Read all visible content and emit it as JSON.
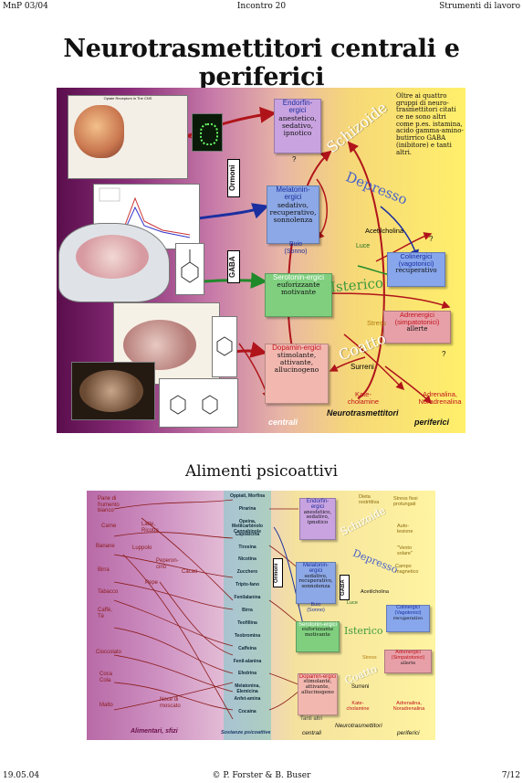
{
  "header": {
    "left": "MnP 03/04",
    "center": "Incontro 20",
    "right": "Strumenti di lavoro"
  },
  "title": "Neurotrasmettitori centrali e periferici",
  "fig1": {
    "note": "Oltre ai quattro gruppi di neuro-trasmettitori citati ce ne sono altri come p.es. istamina, acido gamma-amino-butirrico GABA (inibitore) e tanti altri.",
    "photo_caption": "Opiate Receptors in The CNS",
    "ormoni": "Ormoni",
    "gaba": "GABA",
    "boxes": {
      "endo": {
        "head": "Endorfin-ergici",
        "sub": "anestetico, sedativo, ipnotico"
      },
      "mela": {
        "head": "Melatonin-ergici",
        "sub": "sedativo, recuperativo, sonnolenza"
      },
      "sero": {
        "head": "Serotonin-ergici",
        "sub": "euforizzante motivante"
      },
      "dopa": {
        "head": "Dopamin-ergici",
        "sub": "stimolante, attivante, allucinogeno"
      },
      "coli": {
        "head": "Colinergici (vagotonici)",
        "sub": "recuperativo"
      },
      "adre": {
        "head": "Adrenergici (simpatotonici)",
        "sub": "allerte"
      }
    },
    "labels": {
      "buio": "Buio (Sonno)",
      "luce": "Luce",
      "acetil": "Acetilcholina",
      "stress": "Stress",
      "surreni": "Surreni",
      "kate": "Kate-cholamine",
      "adrenalina": "Adrenalina, Noradrenalina",
      "schizoide": "Schizoide",
      "depresso": "Depresso",
      "isterico": "Isterico",
      "coatto": "Coatto",
      "q": "?",
      "centrali": "centrali",
      "neuro": "Neurotrasmettitori",
      "periferici": "periferici"
    }
  },
  "subtitle": "Alimenti psicoattivi",
  "fig2": {
    "foods": [
      "Pane di frumento bianco",
      "Carne",
      "Latte, Ricotta",
      "Banane",
      "Luppolo",
      "Peperon-cino",
      "Birra",
      "Pepe",
      "Cacao",
      "Tabacco",
      "Caffè, Tè",
      "Cioccolato",
      "Coca Cola",
      "Malto",
      "Noce di moscato"
    ],
    "substances": [
      "Oppiati, Morfina",
      "Pirarina",
      "Opeina, Metilcarbinolo Cannabinole",
      "Capsaicina",
      "Tirosina",
      "Nicotina",
      "Zucchero",
      "Tripto-fano",
      "Fenilalanina",
      "Birra",
      "Teofillina",
      "Teobromina",
      "Caffeina",
      "Fenil-alanina",
      "Efedrina",
      "Melatonina, Elemicina",
      "Anfet-amina",
      "Cocaina"
    ],
    "effects": [
      "Dieta restrittiva",
      "Stress fissi protungati",
      "Auto-lesione",
      "\"Vento solare\"",
      "Campo magnetico"
    ],
    "ormoni": "Ormoni",
    "gaba": "GABA",
    "boxes": {
      "endo": {
        "head": "Endorfin-ergici",
        "sub": "anestetico, sedativo, ipnotico"
      },
      "mela": {
        "head": "Melatonin-ergici",
        "sub": "sedativo, recuperativo, sonnolenza"
      },
      "sero": {
        "head": "Serotonin-ergici",
        "sub": "euforizzante motivante"
      },
      "dopa": {
        "head": "Dopamin-ergici",
        "sub": "stimolante, attivante, allucinogeno"
      },
      "coli": {
        "head": "Colinergici (Vagotonici)",
        "sub": "recuperativo"
      },
      "adre": {
        "head": "Adrenergici (Simpatotonici)",
        "sub": "allerte"
      }
    },
    "labels": {
      "buio": "Buio (Sonno)",
      "luce": "Luce",
      "acetil": "Acetilcholina",
      "stress": "Stress",
      "surreni": "Surreni",
      "kate": "Kate-cholamine",
      "adrenalina": "Adrenalina, Noradrenalina",
      "schizoide": "Schizoide",
      "depresso": "Depresso",
      "isterico": "Isterico",
      "coatto": "Coatto",
      "tanti": "Tanti altri",
      "alimentari": "Alimentari, sfizi",
      "sostanze": "Sostanze psicoattive",
      "centrali": "centrali",
      "neuro": "Neurotrasmettitori",
      "periferici": "periferici"
    }
  },
  "footer": {
    "left": "19.05.04",
    "center": "© P. Forster & B. Buser",
    "right": "7/12"
  },
  "colors": {
    "endo": "#c9a3e0",
    "mela": "#8da8e6",
    "sero": "#7fcf7f",
    "dopa": "#f2b8b0",
    "coli": "#88a6ec",
    "adre": "#e8a0a8",
    "arrow_red": "#b0141a",
    "arrow_blue": "#1b2fa0",
    "arrow_green": "#1f8a2a"
  }
}
